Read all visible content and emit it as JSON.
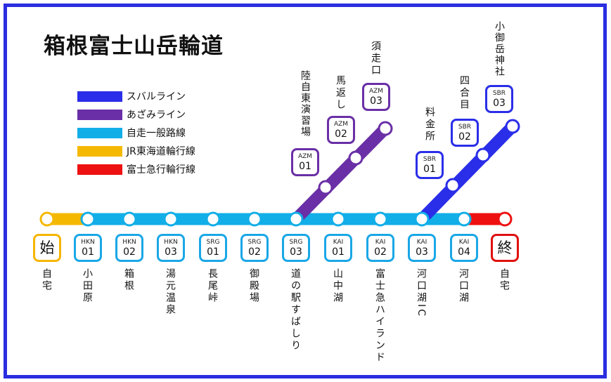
{
  "title": "箱根富士山岳輪道",
  "legend": [
    {
      "label": "スバルライン",
      "color": "#2a2ee8"
    },
    {
      "label": "あざみライン",
      "color": "#6a2fa6"
    },
    {
      "label": "自走一般路線",
      "color": "#12aee8"
    },
    {
      "label": "JR東海道輪行線",
      "color": "#f5b800"
    },
    {
      "label": "富士急行輪行線",
      "color": "#ee1111"
    }
  ],
  "main_line": [
    {
      "code": "",
      "num": "",
      "terminal": "始",
      "name": "自宅"
    },
    {
      "code": "HKN",
      "num": "01",
      "name": "小田原"
    },
    {
      "code": "HKN",
      "num": "02",
      "name": "箱根"
    },
    {
      "code": "HKN",
      "num": "03",
      "name": "湯元温泉"
    },
    {
      "code": "SRG",
      "num": "01",
      "name": "長尾峠"
    },
    {
      "code": "SRG",
      "num": "02",
      "name": "御殿場"
    },
    {
      "code": "SRG",
      "num": "03",
      "name": "道の駅すばしり"
    },
    {
      "code": "KAI",
      "num": "01",
      "name": "山中湖"
    },
    {
      "code": "KAI",
      "num": "02",
      "name": "富士急ハイランド"
    },
    {
      "code": "KAI",
      "num": "03",
      "name": "河口湖IC"
    },
    {
      "code": "KAI",
      "num": "04",
      "name": "河口湖"
    },
    {
      "code": "",
      "num": "",
      "terminal": "終",
      "name": "自宅"
    }
  ],
  "azami_line": [
    {
      "code": "AZM",
      "num": "01",
      "name": "陸自東演習場"
    },
    {
      "code": "AZM",
      "num": "02",
      "name": "馬返し"
    },
    {
      "code": "AZM",
      "num": "03",
      "name": "須走口"
    }
  ],
  "subaru_line": [
    {
      "code": "SBR",
      "num": "01",
      "name": "料金所"
    },
    {
      "code": "SBR",
      "num": "02",
      "name": "四合目"
    },
    {
      "code": "SBR",
      "num": "03",
      "name": "小御岳神社"
    }
  ]
}
